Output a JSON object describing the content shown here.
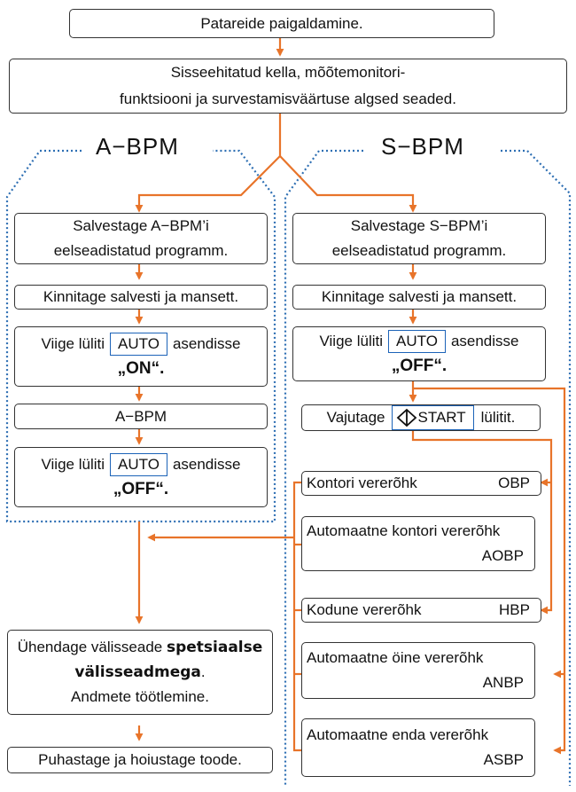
{
  "steps": {
    "batteries": "Patareide paigaldamine.",
    "settings_l1": "Sisseehitatud kella, mõõtemonitori-",
    "settings_l2": "funktsiooni ja survestamisväärtuse algsed seaded."
  },
  "abpm": {
    "title": "A−BPM",
    "save_l1": "Salvestage A−BPM’i",
    "save_l2": "eelseadistatud programm.",
    "attach": "Kinnitage salvesti ja mansett.",
    "switch_pre": "Viige lüliti",
    "switch_key": "AUTO",
    "switch_post": "asendisse",
    "on_text": "„ON“.",
    "measure": "A−BPM",
    "switch2_pre": "Viige lüliti",
    "switch2_key": "AUTO",
    "switch2_post": "asendisse",
    "off_text": "„OFF“."
  },
  "sbpm": {
    "title": "S−BPM",
    "save_l1": "Salvestage S−BPM’i",
    "save_l2": "eelseadistatud programm.",
    "attach": "Kinnitage salvesti ja mansett.",
    "switch_pre": "Viige lüliti",
    "switch_key": "AUTO",
    "switch_post": "asendisse",
    "off_text": "„OFF“.",
    "start_pre": "Vajutage",
    "start_key": "START",
    "start_post": "lülitit.",
    "modes": [
      {
        "name": "Kontori vererõhk",
        "code": "OBP"
      },
      {
        "name": "Automaatne kontori vererõhk",
        "code": "AOBP"
      },
      {
        "name": "Kodune vererõhk",
        "code": "HBP"
      },
      {
        "name": "Automaatne öine vererõhk",
        "code": "ANBP"
      },
      {
        "name": "Automaatne enda vererõhk",
        "code": "ASBP"
      }
    ]
  },
  "final": {
    "connect_pre": "Ühendage välisseade",
    "connect_bold1": "spetsiaalse",
    "connect_bold2": "välisseadmega",
    "connect_post": ".",
    "process": "Andmete töötlemine.",
    "clean": "Puhastage ja hoiustage toode."
  },
  "colors": {
    "arrow": "#e8742a",
    "dotted": "#2e6fb3",
    "border": "#333333",
    "key_border": "#1c63b8"
  }
}
